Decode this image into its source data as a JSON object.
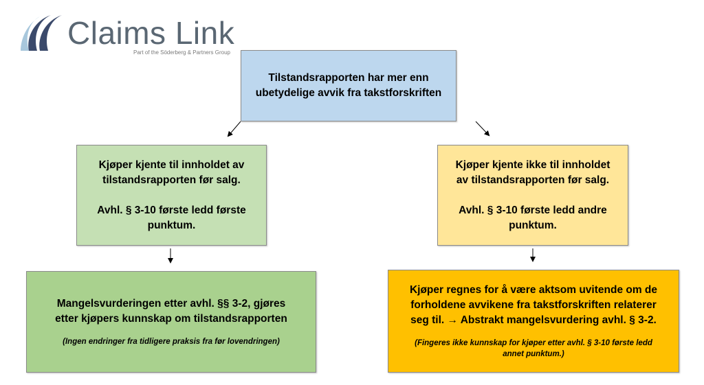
{
  "logo": {
    "name": "Claims Link",
    "tagline": "Part of the Söderberg & Partners Group"
  },
  "nodes": {
    "top": {
      "line1": "Tilstandsrapporten har mer enn",
      "line2": "ubetydelige avvik fra takstforskriften"
    },
    "left1": {
      "line1": "Kjøper kjente til innholdet av",
      "line2": "tilstandsrapporten før salg.",
      "line3": "Avhl. § 3-10 første ledd første",
      "line4": "punktum."
    },
    "right1": {
      "line1": "Kjøper kjente ikke til innholdet",
      "line2": "av tilstandsrapporten før salg.",
      "line3": "Avhl. § 3-10 første ledd andre",
      "line4": "punktum."
    },
    "left2": {
      "line1": "Mangelsvurderingen etter avhl. §§ 3-2, gjøres",
      "line2": "etter kjøpers kunnskap om tilstandsrapporten",
      "note": "(Ingen endringer fra tidligere praksis fra før lovendringen)"
    },
    "right2": {
      "line1": "Kjøper regnes for å være aktsom uvitende om de",
      "line2": "forholdene avvikene fra takstforskriften relaterer",
      "line3": "seg til. → Abstrakt mangelsvurdering avhl. § 3-2.",
      "note1": "(Fingeres ikke kunnskap for kjøper etter avhl. § 3-10 første ledd",
      "note2": "annet punktum.)"
    }
  },
  "colors": {
    "top": "#bdd7ee",
    "left1": "#c5e0b4",
    "right1": "#ffe699",
    "left2": "#a9d18e",
    "right2": "#ffc000",
    "logo_text": "#5a6773",
    "logo_mark": "#3b4a6b"
  }
}
